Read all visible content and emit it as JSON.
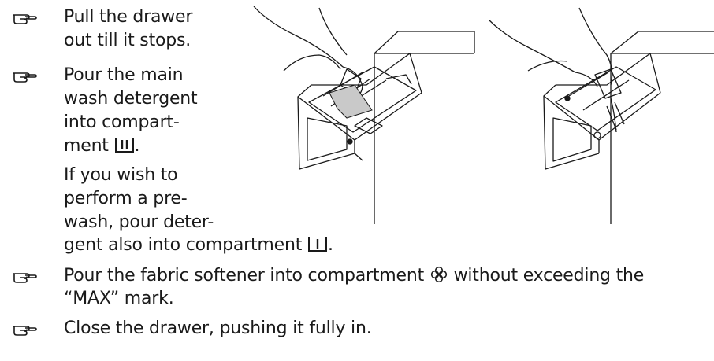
{
  "steps": {
    "s1": {
      "line1": "Pull the drawer",
      "line2": "out till it stops."
    },
    "s2": {
      "line1": "Pour the main",
      "line2": "wash detergent",
      "line3": "into compart-",
      "line4": "ment",
      "line4_end": ".",
      "p_line1": "If you wish to",
      "p_line2": "perform a pre-",
      "p_line3": "wash, pour deter-",
      "p_line4": "gent also into compartment",
      "p_line4_end": "."
    },
    "s3": {
      "line1a": "Pour the fabric softener into compartment",
      "line1b": "without exceeding the",
      "line2": "“MAX” mark."
    },
    "s4": {
      "line1": "Close the drawer, pushing it fully in."
    }
  },
  "icons": {
    "bullet": "pointing-hand-icon",
    "main_wash": "main-wash-compartment-icon",
    "prewash": "prewash-compartment-icon",
    "softener": "fabric-softener-flower-icon"
  }
}
